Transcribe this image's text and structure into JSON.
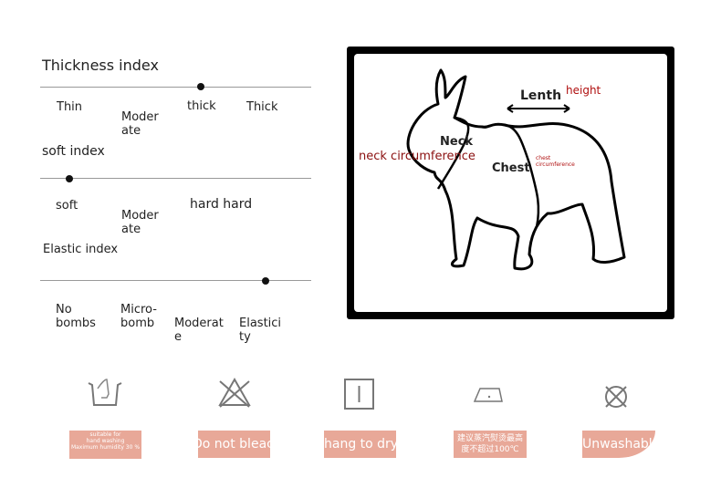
{
  "thickness": {
    "title": "Thickness index",
    "options": [
      "Thin",
      "Moder ate",
      "thick",
      "Thick"
    ],
    "selected_index": 2
  },
  "soft": {
    "title": "soft index",
    "options": [
      "soft",
      "Moder ate",
      "hard hard"
    ],
    "selected_index": 0
  },
  "elastic": {
    "title": "Elastic index",
    "options": [
      "No bombs",
      "Micro-bomb",
      "Moderat e",
      "Elastici ty"
    ],
    "selected_index": 3
  },
  "diagram": {
    "neck": "Neck",
    "chest": "Chest",
    "length": "Lenth",
    "height": "height",
    "neck_circ": "neck circumference",
    "chest_circ_1": "chest",
    "chest_circ_2": "circumference"
  },
  "care": [
    {
      "icon": "hand-wash-icon",
      "label1": "suitable for",
      "label2": "hand washing",
      "label3": "Maximum humidity 30 %"
    },
    {
      "icon": "no-bleach-icon",
      "label": "Do not bleach"
    },
    {
      "icon": "hang-dry-icon",
      "label": "hang to dry"
    },
    {
      "icon": "iron-icon",
      "label1": "建议蒸汽熨烫最高",
      "label2": "度不超过100℃"
    },
    {
      "icon": "no-wash-icon",
      "label": "Unwashable"
    }
  ],
  "colors": {
    "tag": "#e8a898",
    "red": "#b01010"
  }
}
